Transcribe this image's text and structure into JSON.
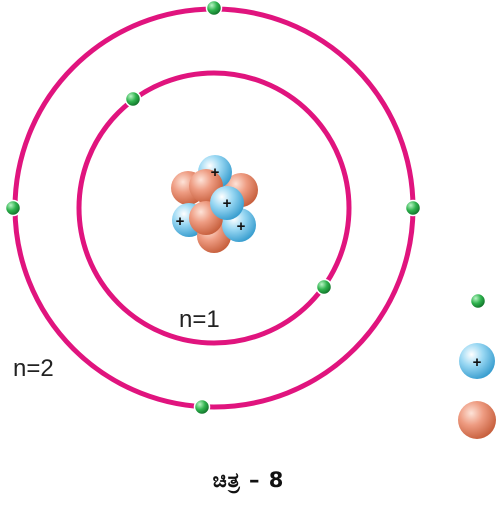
{
  "diagram": {
    "shells": [
      {
        "label": "n=1",
        "electrons": 2
      },
      {
        "label": "n=2",
        "electrons": 4
      }
    ],
    "nucleus": {
      "protons": 4,
      "neutrons": 5,
      "proton_sign": "+"
    },
    "legend": {
      "electron_icon": "green-dot",
      "proton_icon": "blue-sphere-plus",
      "neutron_icon": "orange-sphere",
      "proton_sign": "+"
    },
    "caption": "ಚಿತ್ರ – 8",
    "colors": {
      "orbit": "#e0147e",
      "electron": "#1f9a3c",
      "proton": "#8fd0ef",
      "neutron": "#e8907a"
    }
  }
}
